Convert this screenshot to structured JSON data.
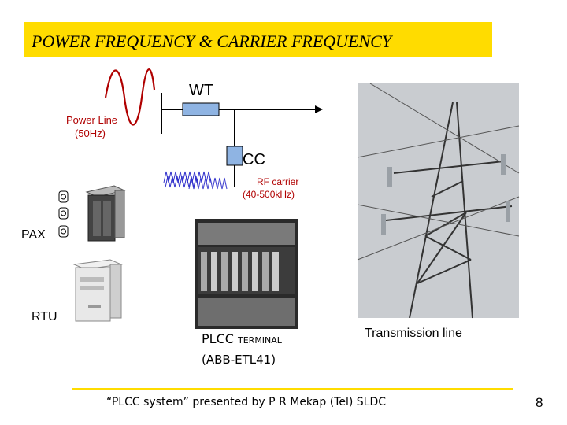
{
  "title": "POWER FREQUENCY & CARRIER FREQUENCY",
  "labels": {
    "wt": "WT",
    "cc": "CC",
    "power_line": "Power Line",
    "power_line_freq": "(50Hz)",
    "rf_carrier": "RF carrier",
    "rf_carrier_freq": "(40-500kHz)",
    "pax": "PAX",
    "rtu": "RTU",
    "plcc_terminal_main": "PLCC",
    "plcc_terminal_suffix": "TERMINAL",
    "plcc_model": "(ABB-ETL41)",
    "transmission_line": "Transmission line"
  },
  "footer": {
    "text": "“PLCC system” presented by P R Mekap (Tel) SLDC",
    "page_number": "8"
  },
  "colors": {
    "title_bar": "#ffdc00",
    "wave_red": "#b00000",
    "carrier_blue": "#3333cc",
    "block_blue": "#8fb4e3"
  }
}
